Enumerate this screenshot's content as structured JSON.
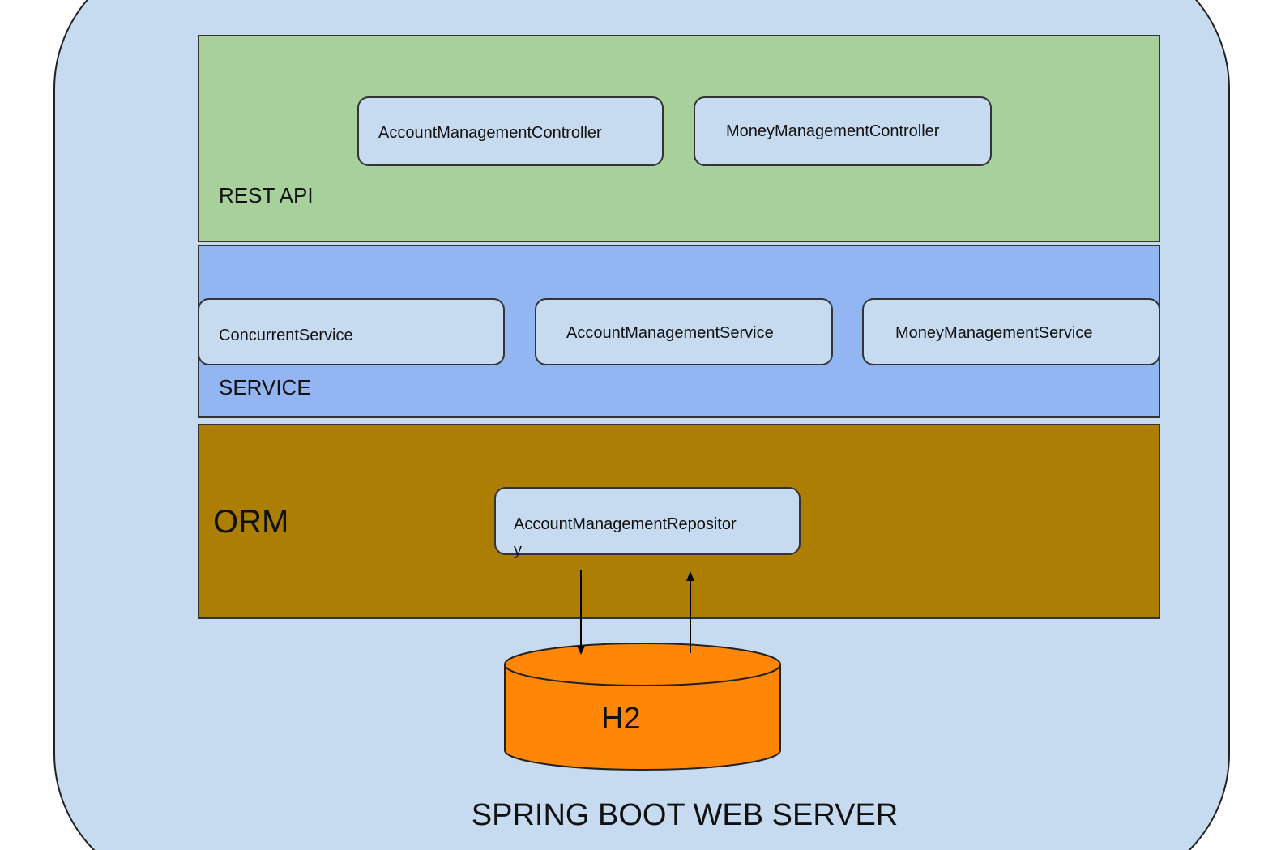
{
  "server": {
    "label": "SPRING BOOT WEB SERVER"
  },
  "layers": {
    "rest_api": {
      "label": "REST API",
      "components": [
        "AccountManagementController",
        "MoneyManagementController"
      ]
    },
    "service": {
      "label": "SERVICE",
      "components": [
        "ConcurrentService",
        "AccountManagementService",
        "MoneyManagementService"
      ]
    },
    "orm": {
      "label": "ORM",
      "components": [
        "AccountManagementRepositor",
        "y"
      ]
    }
  },
  "database": {
    "label": "H2"
  },
  "colors": {
    "server_bg": "#c6dbef",
    "rest_api_bg": "#a8d09a",
    "service_bg": "#93b5f2",
    "orm_bg": "#ac7f04",
    "database_fill": "#ff8607"
  }
}
